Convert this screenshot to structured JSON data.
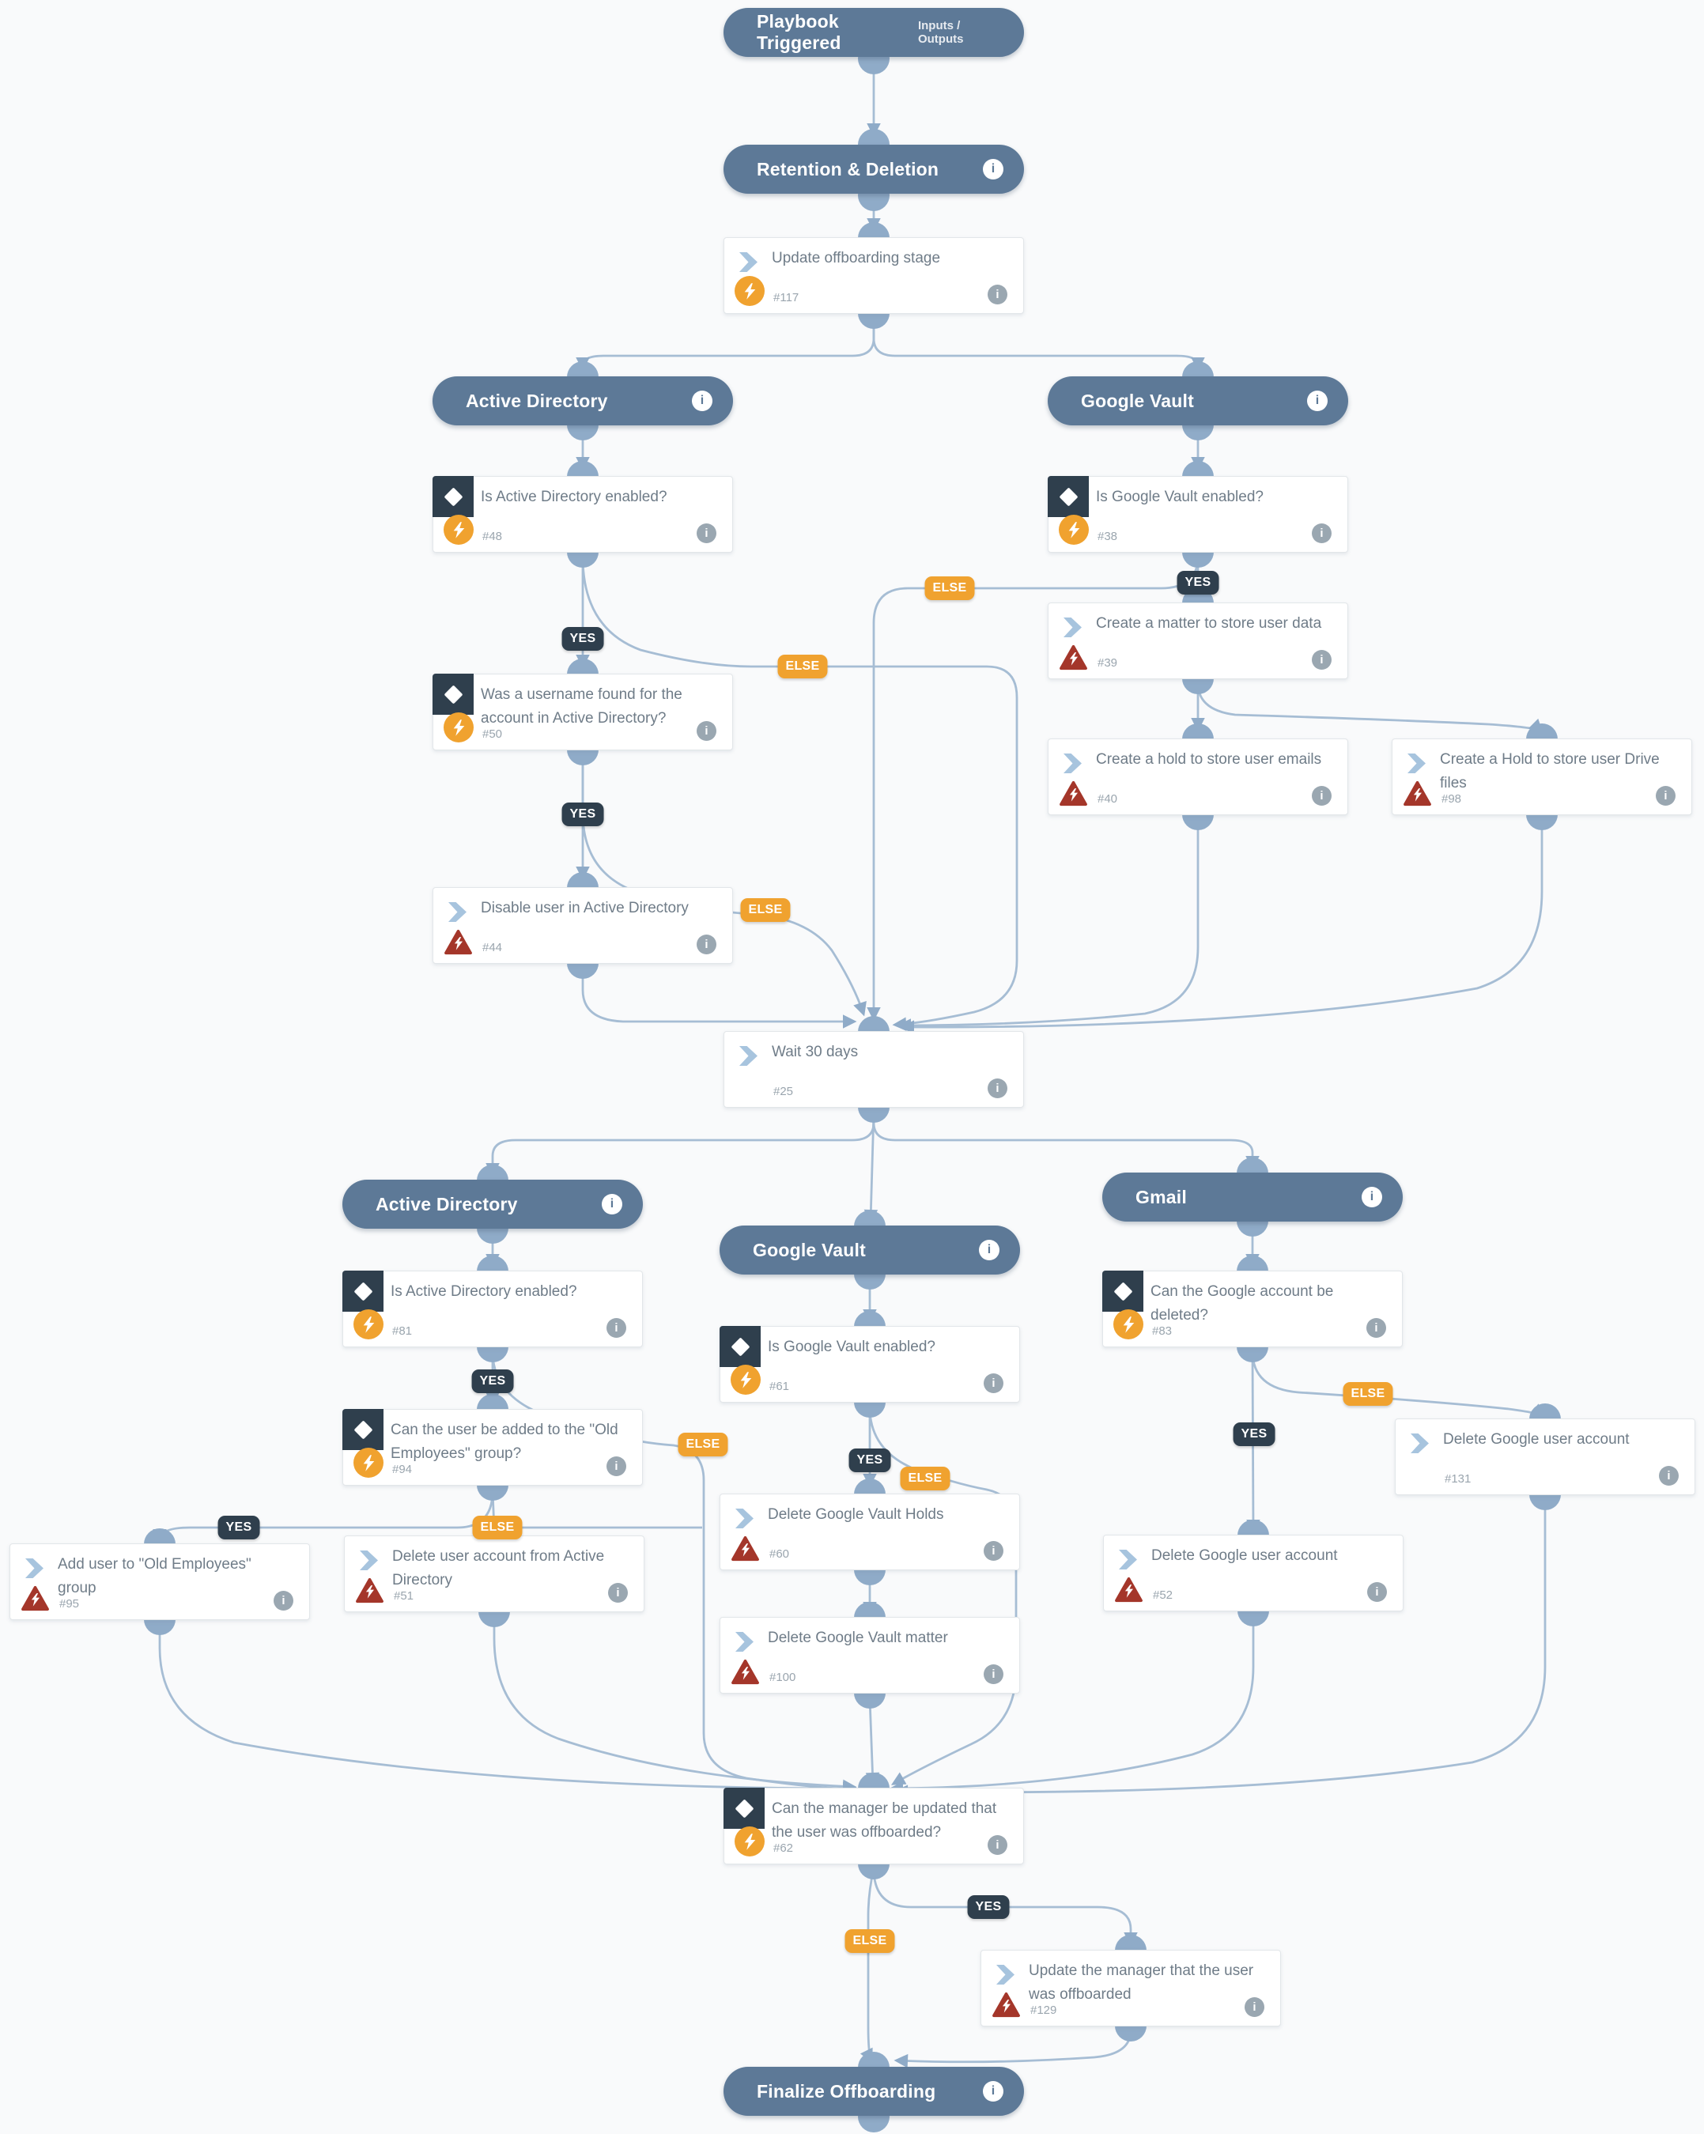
{
  "playbook": {
    "labels": {
      "yes": "YES",
      "else": "ELSE"
    },
    "colors": {
      "header": "#5d7997",
      "condition_dark": "#2f3f4d",
      "yes_badge": "#2f3f4d",
      "else_badge": "#f0a22f",
      "automation": "#f0a22f",
      "error_script": "#a4362a",
      "edge": "#a6bdd4",
      "port": "#8fabc8"
    },
    "nodes": {
      "playbook_triggered": {
        "label": "Playbook Triggered",
        "right_label": "Inputs / Outputs"
      },
      "retention_deletion": {
        "label": "Retention & Deletion"
      },
      "update_offboarding_stage": {
        "label": "Update offboarding stage",
        "task_id": "#117"
      },
      "active_directory_1": {
        "label": "Active Directory"
      },
      "google_vault_1": {
        "label": "Google Vault"
      },
      "is_ad_enabled_1": {
        "label": "Is Active Directory enabled?",
        "task_id": "#48"
      },
      "is_gv_enabled_1": {
        "label": "Is Google Vault enabled?",
        "task_id": "#38"
      },
      "username_found": {
        "label": "Was a username found for the account in Active Directory?",
        "task_id": "#50"
      },
      "create_matter": {
        "label": "Create a matter to store user data",
        "task_id": "#39"
      },
      "create_hold_emails": {
        "label": "Create a hold to store user emails",
        "task_id": "#40"
      },
      "create_hold_drive": {
        "label": "Create a Hold to store user Drive files",
        "task_id": "#98"
      },
      "disable_user_ad": {
        "label": "Disable user in Active Directory",
        "task_id": "#44"
      },
      "wait_30_days": {
        "label": "Wait 30 days",
        "task_id": "#25"
      },
      "active_directory_2": {
        "label": "Active Directory"
      },
      "google_vault_2": {
        "label": "Google Vault"
      },
      "gmail": {
        "label": "Gmail"
      },
      "is_ad_enabled_2": {
        "label": "Is Active Directory enabled?",
        "task_id": "#81"
      },
      "can_add_old_employees": {
        "label": "Can the user be added to the \"Old Employees\" group?",
        "task_id": "#94"
      },
      "add_old_employees": {
        "label": "Add user to \"Old Employees\" group",
        "task_id": "#95"
      },
      "delete_ad_account": {
        "label": "Delete user account from Active Directory",
        "task_id": "#51"
      },
      "is_gv_enabled_2": {
        "label": "Is Google Vault enabled?",
        "task_id": "#61"
      },
      "delete_gv_holds": {
        "label": "Delete Google Vault Holds",
        "task_id": "#60"
      },
      "delete_gv_matter": {
        "label": "Delete Google Vault matter",
        "task_id": "#100"
      },
      "can_delete_google": {
        "label": "Can the Google account be deleted?",
        "task_id": "#83"
      },
      "delete_google_account_else": {
        "label": "Delete Google user account",
        "task_id": "#131"
      },
      "delete_google_account_yes": {
        "label": "Delete Google user account",
        "task_id": "#52"
      },
      "can_update_manager": {
        "label": "Can the manager be updated that the user was offboarded?",
        "task_id": "#62"
      },
      "update_manager": {
        "label": "Update the manager that the user was offboarded",
        "task_id": "#129"
      },
      "finalize_offboarding": {
        "label": "Finalize Offboarding"
      }
    }
  }
}
